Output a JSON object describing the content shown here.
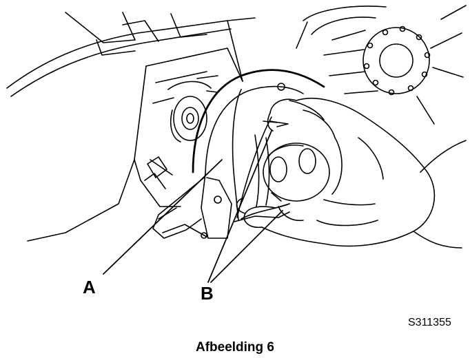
{
  "figure": {
    "callout_a": "A",
    "callout_b": "B",
    "reference_code": "S311355",
    "caption": "Afbeelding 6"
  }
}
